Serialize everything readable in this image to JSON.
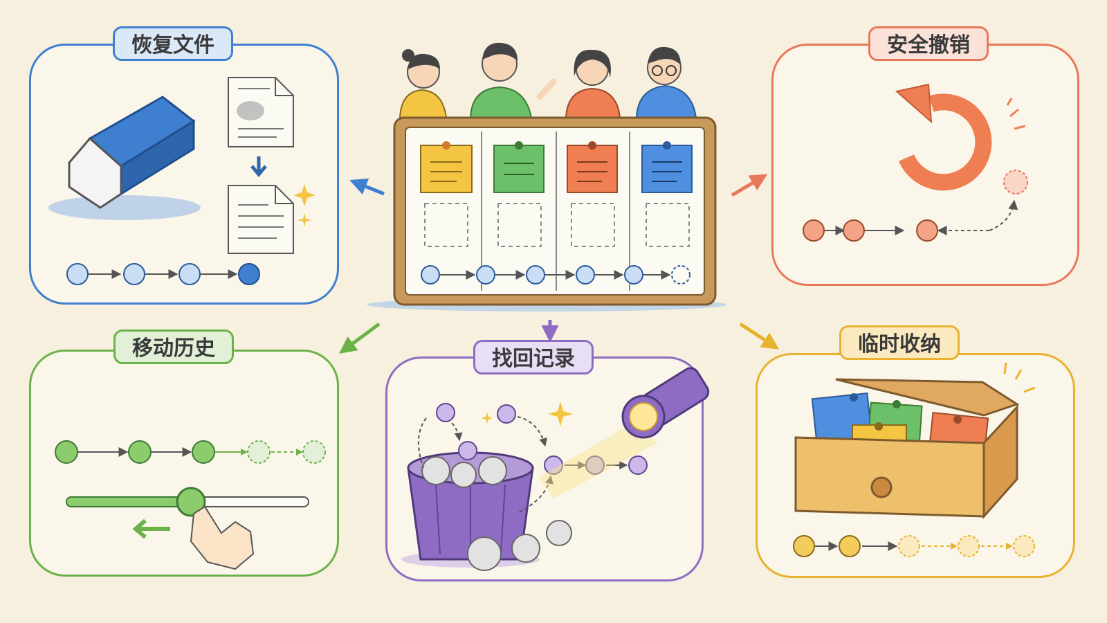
{
  "panels": {
    "restore": {
      "label": "恢复文件",
      "color": "#3f7fd0",
      "tint": "#dbe8f8"
    },
    "undo": {
      "label": "安全撤销",
      "color": "#e8785a",
      "tint": "#fbe2d8"
    },
    "history": {
      "label": "移动历史",
      "color": "#6cb24a",
      "tint": "#e1f0d6"
    },
    "recover": {
      "label": "找回记录",
      "color": "#8f6cc4",
      "tint": "#e8def5"
    },
    "stash": {
      "label": "临时收纳",
      "color": "#e8b22e",
      "tint": "#fbeac0"
    }
  },
  "board": {
    "note_colors": [
      "#f4c542",
      "#6cc06a",
      "#ef7e52",
      "#4f8fe0"
    ],
    "frame_color": "#c79a5c"
  }
}
